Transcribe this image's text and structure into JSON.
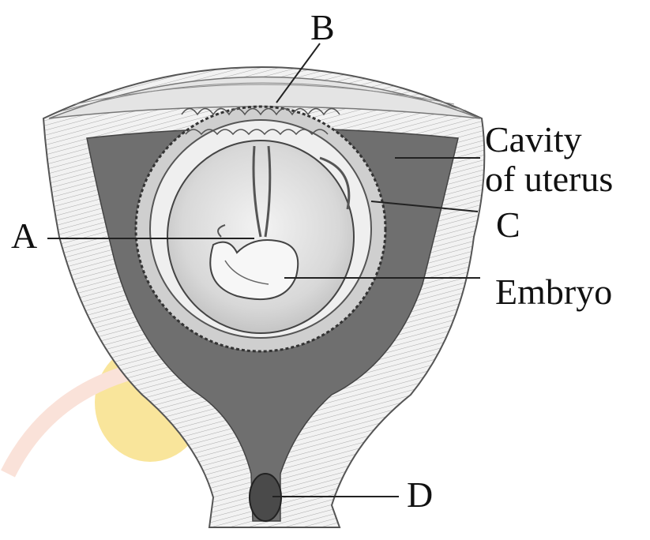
{
  "labels": {
    "b": "B",
    "cavity_line1": "Cavity",
    "cavity_line2": "of uterus",
    "c": "C",
    "a": "A",
    "embryo": "Embryo",
    "d": "D"
  },
  "colors": {
    "uterine_wall": "#f0f0f0",
    "endometrium": "#6f6f6f",
    "sac": "#dddddd",
    "wall_stripe": "#9a9a9a",
    "watermark": "#f4c740",
    "leader": "#222222"
  }
}
